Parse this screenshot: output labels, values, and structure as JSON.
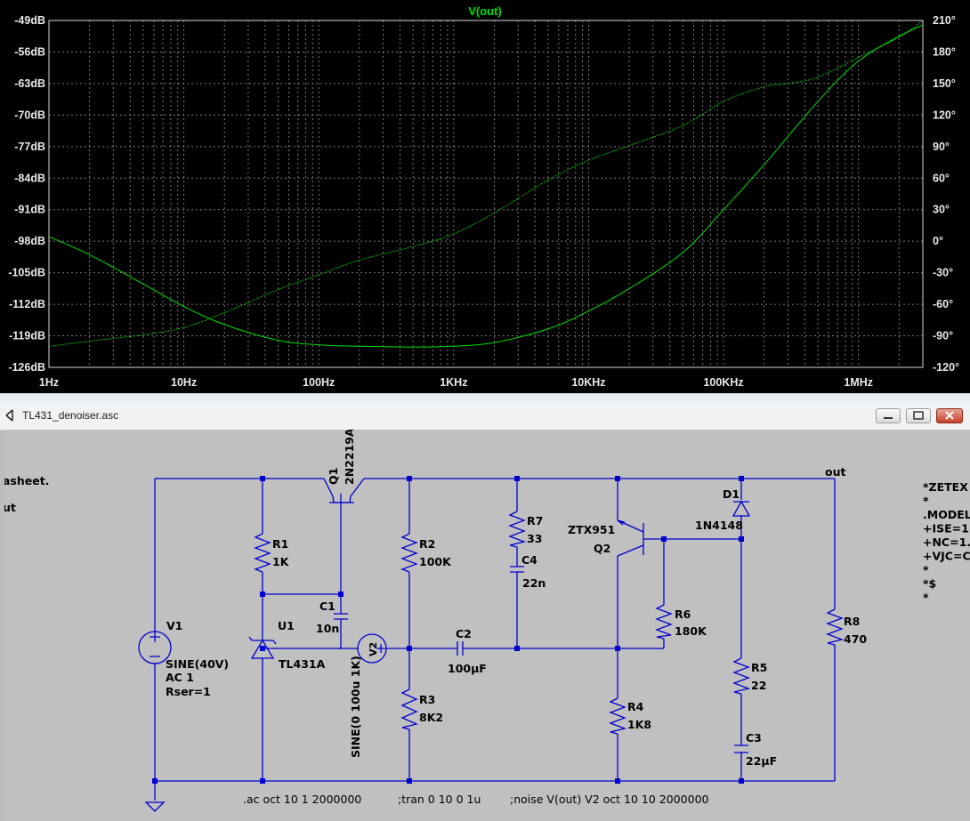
{
  "plot": {
    "trace_name": "V(out)",
    "trace_color": "#00e000",
    "background": "#000000",
    "left_axis": [
      "-49dB",
      "-56dB",
      "-63dB",
      "-70dB",
      "-77dB",
      "-84dB",
      "-91dB",
      "-98dB",
      "-105dB",
      "-112dB",
      "-119dB",
      "-126dB"
    ],
    "right_axis": [
      "210°",
      "180°",
      "150°",
      "120°",
      "90°",
      "60°",
      "30°",
      "0°",
      "-30°",
      "-60°",
      "-90°",
      "-120°"
    ],
    "x_axis": [
      "1Hz",
      "10Hz",
      "100Hz",
      "1KHz",
      "10KHz",
      "100KHz",
      "1MHz"
    ]
  },
  "chart_data": {
    "type": "line",
    "title": "V(out)",
    "x_scale": "log",
    "xlim": [
      1,
      3000000
    ],
    "ylim_left": [
      -126,
      -49
    ],
    "ylim_right": [
      -120,
      210
    ],
    "grid": true,
    "series": [
      {
        "name": "V(out)",
        "axis": "left",
        "style": "solid",
        "unit": "dB",
        "x": [
          1,
          2,
          5,
          10,
          20,
          50,
          100,
          200,
          500,
          1000,
          2000,
          5000,
          10000,
          20000,
          50000,
          100000,
          200000,
          500000,
          1000000,
          2000000,
          3000000
        ],
        "y": [
          -97,
          -101,
          -107.5,
          -112.5,
          -116.5,
          -120,
          -121,
          -121.3,
          -121.5,
          -121.3,
          -120.5,
          -117.5,
          -113.5,
          -108.5,
          -100.5,
          -91,
          -81,
          -67,
          -58,
          -52.5,
          -50
        ]
      },
      {
        "name": "V(out)",
        "axis": "right",
        "style": "dotted",
        "unit": "°",
        "x": [
          1,
          2,
          5,
          10,
          20,
          50,
          100,
          200,
          500,
          1000,
          2000,
          5000,
          10000,
          20000,
          50000,
          100000,
          200000,
          300000,
          500000,
          1000000,
          2000000,
          3000000
        ],
        "y": [
          -100,
          -95,
          -89,
          -82,
          -68,
          -46,
          -32,
          -18,
          -5,
          7,
          27,
          58,
          77,
          91,
          110,
          133,
          147,
          150,
          156,
          175,
          194,
          210
        ]
      }
    ]
  },
  "window": {
    "title": "TL431_denoiser.asc"
  },
  "schematic": {
    "colors": {
      "wire": "#0000d0",
      "component": "#0000d0",
      "text": "#000000",
      "junction": "#0000d0"
    },
    "labels": {
      "q1_name": "Q1",
      "q1_model": "2N2219A",
      "r1_name": "R1",
      "r1_value": "1K",
      "c1_name": "C1",
      "c1_value": "10n",
      "u1_name": "U1",
      "u1_model": "TL431A",
      "v1_name": "V1",
      "v1_line1": "SINE(40V)",
      "v1_line2": "AC 1",
      "v1_line3": "Rser=1",
      "v2_name": "V2",
      "v2_value": "SINE(0 100u 1K)",
      "r2_name": "R2",
      "r2_value": "100K",
      "r3_name": "R3",
      "r3_value": "8K2",
      "c2_name": "C2",
      "c2_value": "100µF",
      "r7_name": "R7",
      "r7_value": "33",
      "c4_name": "C4",
      "c4_value": "22n",
      "q2_model": "ZTX951",
      "q2_name": "Q2",
      "r6_name": "R6",
      "r6_value": "180K",
      "r4_name": "R4",
      "r4_value": "1K8",
      "d1_name": "D1",
      "d1_model": "1N4148",
      "r5_name": "R5",
      "r5_value": "22",
      "c3_name": "C3",
      "c3_value": "22µF",
      "r8_name": "R8",
      "r8_value": "470",
      "out_label": "out",
      "left_text1": "asheet.",
      "left_text2": "ut",
      "right_text": [
        "*ZETEX",
        "*",
        ".MODEL",
        "+ISE=1",
        "+NC=1.",
        "+VJC=C",
        "*",
        "*$",
        "*"
      ],
      "directive_ac": ".ac oct 10 1 2000000",
      "directive_tran": ";tran 0 10 0 1u",
      "directive_noise": ";noise V(out) V2 oct 10 10 2000000"
    }
  }
}
